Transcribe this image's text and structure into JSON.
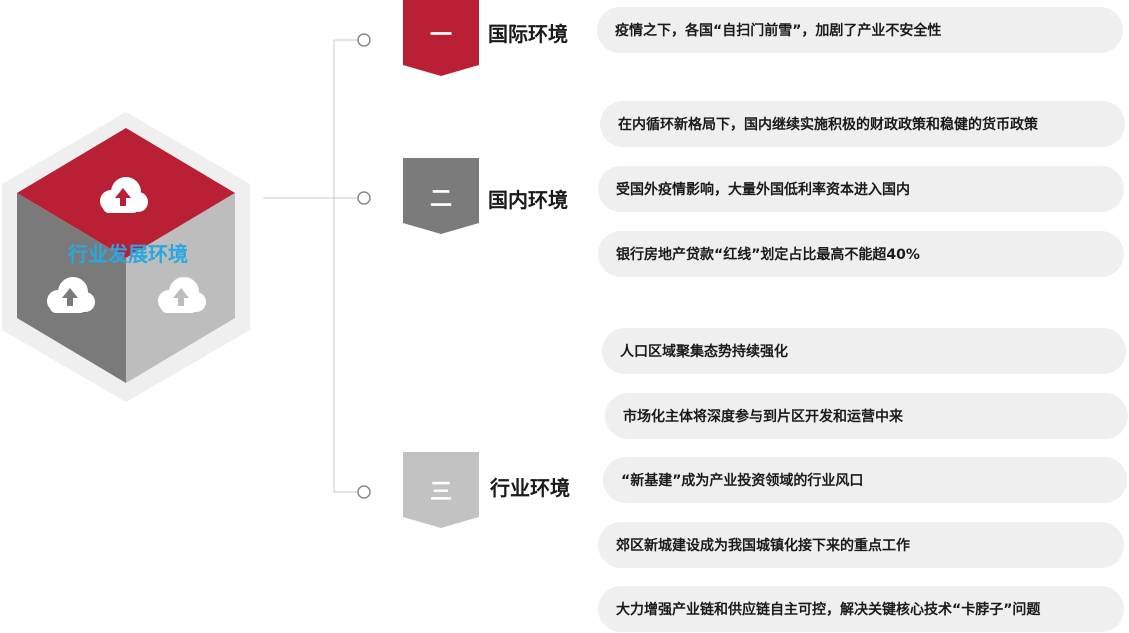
{
  "center": {
    "title": "行业发展环境"
  },
  "sections": [
    {
      "badge": "一",
      "title": "国际环境",
      "color": "#b91f35"
    },
    {
      "badge": "二",
      "title": "国内环境",
      "color": "#7b7b7b"
    },
    {
      "badge": "三",
      "title": "行业环境",
      "color": "#c2c2c2"
    }
  ],
  "items": [
    "疫情之下，各国“自扫门前雪”，加剧了产业不安全性",
    "在内循环新格局下，国内继续实施积极的财政政策和稳健的货币政策",
    "受国外疫情影响，大量外国低利率资本进入国内",
    "银行房地产贷款“红线”划定占比最高不能超40%",
    "人口区域聚集态势持续强化",
    "市场化主体将深度参与到片区开发和运营中来",
    "“新基建”成为产业投资领域的行业风口",
    "郊区新城建设成为我国城镇化接下来的重点工作",
    "大力增强产业链和供应链自主可控，解决关键核心技术“卡脖子”问题"
  ],
  "icons": [
    "cloud-upload-icon",
    "cloud-upload-icon",
    "cloud-upload-icon"
  ]
}
